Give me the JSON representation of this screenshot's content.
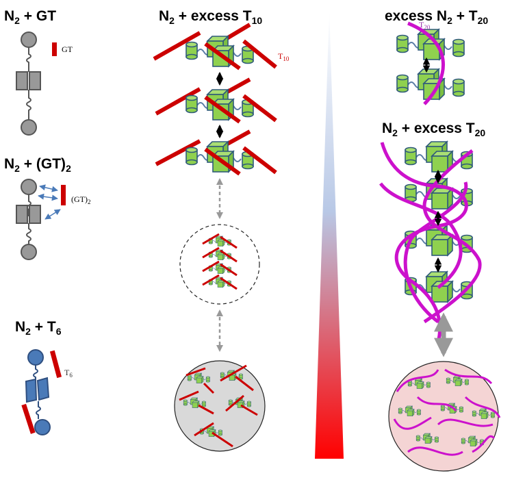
{
  "headings": {
    "n2_gt": {
      "base": "N",
      "sub": "2",
      "rest": " + GT"
    },
    "n2_gt2": {
      "base": "N",
      "sub": "2",
      "rest": " + (GT)",
      "sub2": "2"
    },
    "n2_t6": {
      "base": "N",
      "sub": "2",
      "rest": " + T",
      "sub2": "6"
    },
    "n2_excess_t10": {
      "base": "N",
      "sub": "2",
      "rest": " + excess T",
      "sub2": "10"
    },
    "excess_n2_t20": {
      "pre": "excess N",
      "sub": "2",
      "rest": " + T",
      "sub2": "20"
    },
    "n2_excess_t20": {
      "base": "N",
      "sub": "2",
      "rest": " + excess T",
      "sub2": "20"
    }
  },
  "labels": {
    "gt": {
      "base": "GT",
      "sub": ""
    },
    "gt2": {
      "base": "(GT)",
      "sub": "2"
    },
    "t6": {
      "base": "T",
      "sub": "6"
    },
    "t10": {
      "base": "T",
      "sub": "10"
    },
    "t20": {
      "base": "T",
      "sub": "20"
    }
  },
  "colors": {
    "protein_gray": "#999999",
    "protein_blue": "#4a7ab8",
    "domain_green": "#8fd14f",
    "domain_stroke": "#2f5a7a",
    "dna_red": "#cc0000",
    "dna_magenta": "#cc11cc",
    "condensate_gray": "#d9d9d9",
    "condensate_pink": "#f4d4d4",
    "gradient_top": "#ffffff",
    "gradient_bottom": "#ff0000"
  }
}
